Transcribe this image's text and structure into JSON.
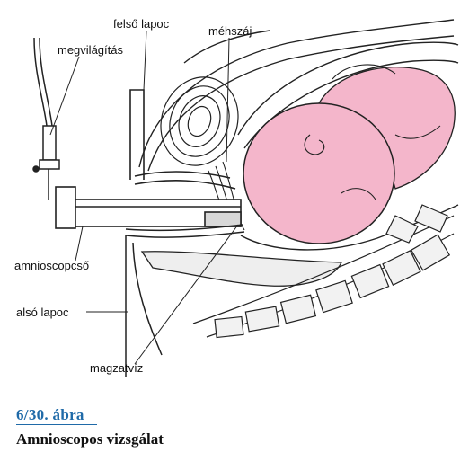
{
  "labels": {
    "felso_lapoc": "felső lapoc",
    "mehszaj": "méhszáj",
    "megvilagitas": "megvilágítás",
    "amnioscopcso": "amnioscopcső",
    "also_lapoc": "alsó lapoc",
    "magzatviz": "magzatvíz"
  },
  "caption": {
    "number": "6/30. ábra",
    "title": "Amnioscopos vizsgálat"
  },
  "colors": {
    "fetus": "#f4b6cb",
    "line": "#222222",
    "caption_accent": "#1f6aa8"
  }
}
